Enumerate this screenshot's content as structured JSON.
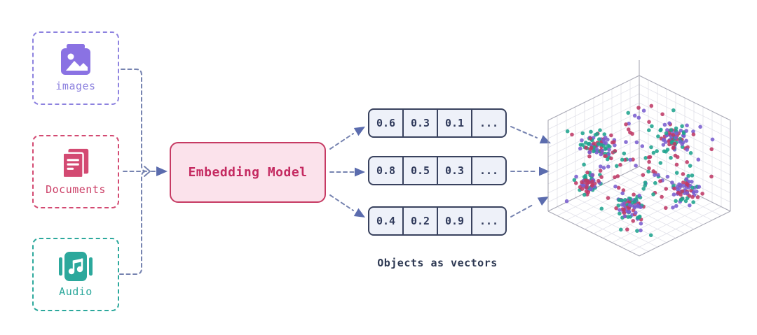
{
  "diagram": {
    "inputs": [
      {
        "label": "images",
        "color": "#8d82df",
        "icon": "image-icon"
      },
      {
        "label": "Documents",
        "color": "#d34a72",
        "icon": "documents-icon"
      },
      {
        "label": "Audio",
        "color": "#2ca89c",
        "icon": "audio-note-icon"
      }
    ],
    "model": {
      "label": "Embedding Model",
      "fill": "#fbe2eb",
      "border_color": "#c63a63",
      "text_color": "#c42960"
    },
    "vectors": {
      "rows": [
        {
          "cells": [
            "0.6",
            "0.3",
            "0.1",
            "..."
          ]
        },
        {
          "cells": [
            "0.8",
            "0.5",
            "0.3",
            "..."
          ]
        },
        {
          "cells": [
            "0.4",
            "0.2",
            "0.9",
            "..."
          ]
        }
      ],
      "fill": "#eef1f9",
      "border_color": "#39425e",
      "text_color": "#313b5c"
    },
    "caption": "Objects as vectors",
    "connector_color": "#7683b0",
    "arrow_color": "#5b6cae"
  },
  "scatter_plot": {
    "description": "3D embedding space with clustered points",
    "point_colors": [
      "#bf3a66",
      "#7a5ecf",
      "#1fa48e"
    ],
    "grid_color": "#e2e2ea",
    "edge_color": "#a9a9b5",
    "clusters": [
      {
        "x": 0.32,
        "y": 0.76,
        "z": 0.75,
        "spread": 0.14,
        "n": 70
      },
      {
        "x": 0.66,
        "y": 0.28,
        "z": 0.78,
        "spread": 0.14,
        "n": 70
      },
      {
        "x": 0.3,
        "y": 0.86,
        "z": 0.38,
        "spread": 0.12,
        "n": 55
      },
      {
        "x": 0.7,
        "y": 0.8,
        "z": 0.3,
        "spread": 0.15,
        "n": 80
      },
      {
        "x": 0.88,
        "y": 0.38,
        "z": 0.36,
        "spread": 0.13,
        "n": 60
      }
    ],
    "uniform_count": 130
  }
}
